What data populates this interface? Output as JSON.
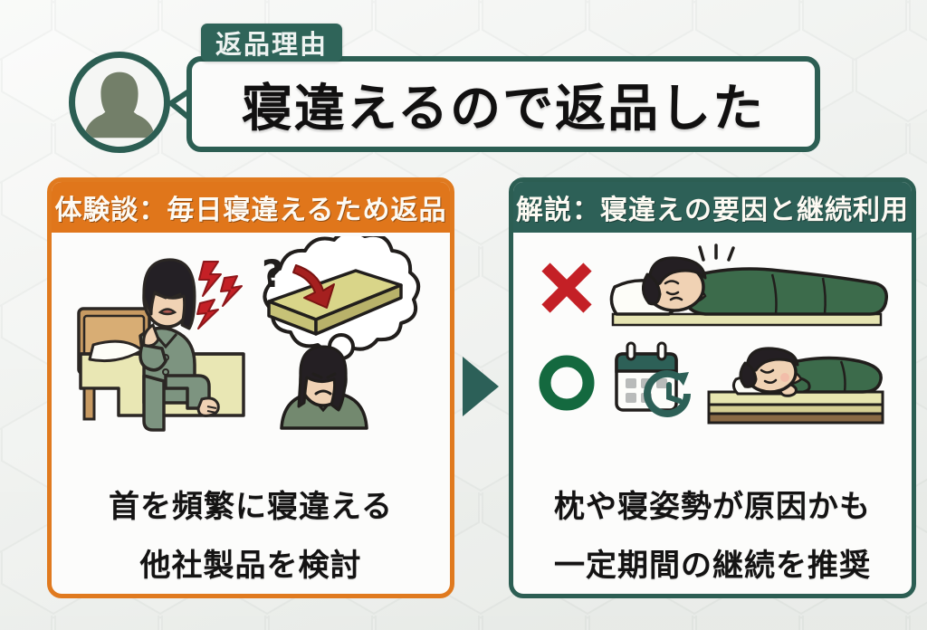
{
  "meta": {
    "domain": "infographic-slide",
    "language": "ja"
  },
  "colors": {
    "teal": "#2c5e53",
    "teal_header": "#2d6057",
    "orange": "#e07a1f",
    "orange_header": "#e0761b",
    "highlight_yellow": "#f9dd14",
    "mark_red": "#c42026",
    "mark_green": "#14693f",
    "pajama_green": "#6f8a72",
    "mattress_yellow": "#e8e6b0",
    "text_black": "#141313"
  },
  "header": {
    "eyebrow_label": "返品理由",
    "headline": "寝違えるので返品した",
    "avatar_name": "reviewer-avatar",
    "avatar_icon": "person-silhouette-icon",
    "bubble_tail_icon": "speech-bubble-tail-icon"
  },
  "panels": [
    {
      "id": "left",
      "accent": "#e07a1f",
      "header": "体験談：毎日寝違えるため返品",
      "illustrations": [
        {
          "name": "woman-neck-pain-on-bed-illustration",
          "description": "パジャマ姿の女性がベッドに座り首を押さえている",
          "pain_icon": "pain-lightning-icon"
        },
        {
          "name": "thought-bubble-mattress-illustration",
          "description": "考え事をする女性と、マットレスに赤い矢印が向かう吹き出し",
          "question_mark": "?",
          "arrow_icon": "red-down-arrow-icon"
        }
      ],
      "captions": [
        {
          "text": "首を頻繁に寝違える",
          "highlighted": false
        },
        {
          "text": "他社製品を検討",
          "highlighted": false
        }
      ]
    },
    {
      "id": "right",
      "accent": "#2c5e53",
      "header": "解説：寝違えの要因と継続利用",
      "rows": [
        {
          "name": "bad-sleep-posture-row",
          "mark": "✕",
          "mark_icon": "cross-mark-icon",
          "mark_color": "#c42026",
          "illustration": "person-sleeping-on-high-pillow-illustration",
          "illustration_note": "高い枕で眠り首に負担がかかる様子"
        },
        {
          "name": "good-continued-use-row",
          "mark": "◯",
          "mark_icon": "circle-mark-icon",
          "mark_color": "#14693f",
          "extra_icon": "calendar-clock-icon",
          "illustration": "person-sleeping-comfortably-on-mattress-illustration",
          "illustration_note": "マットレスで快適に眠る様子"
        }
      ],
      "captions": [
        {
          "text": "枕や寝姿勢が原因かも",
          "highlighted": false
        },
        {
          "text": "一定期間の継続を推奨",
          "highlighted": true
        }
      ]
    }
  ],
  "flow": {
    "arrow_icon": "right-triangle-arrow-icon",
    "arrow_color": "#2c5e53"
  }
}
